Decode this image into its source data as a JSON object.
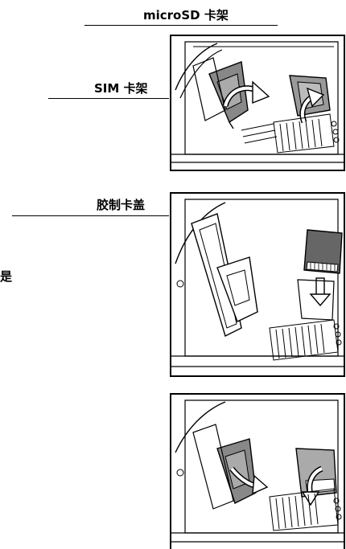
{
  "labels": {
    "microsd_holder": "microSD 卡架",
    "sim_holder": "SIM 卡架",
    "rubber_cover": "胶制卡盖"
  },
  "edge_text": "是"
}
